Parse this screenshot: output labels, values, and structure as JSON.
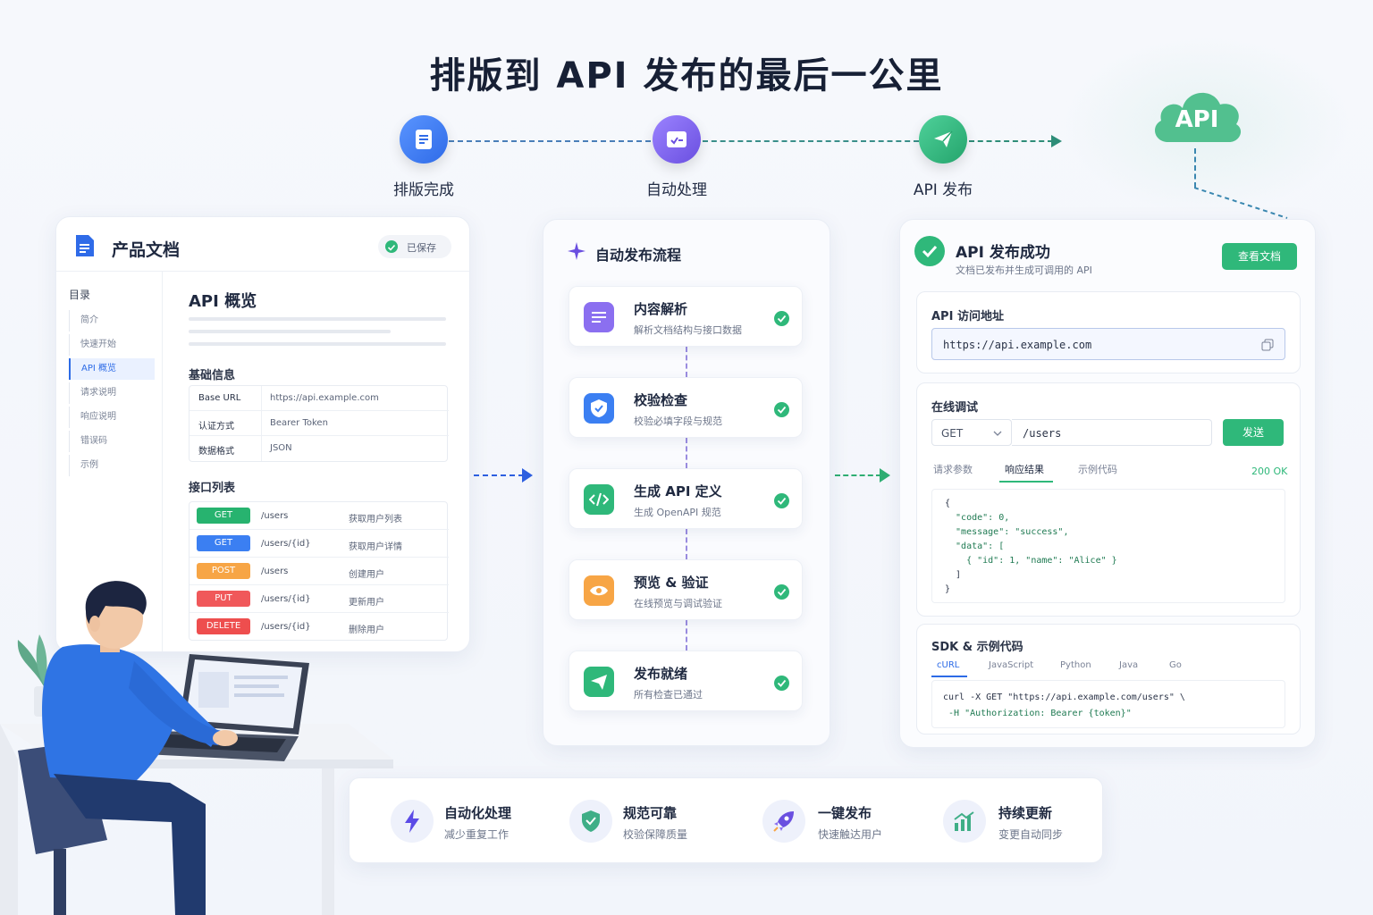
{
  "title": "排版到 API 发布的最后一公里",
  "steps": [
    "排版完成",
    "自动处理",
    "API 发布"
  ],
  "cloud": {
    "label": "API"
  },
  "doc": {
    "title": "产品文档",
    "saved": "已保存",
    "toc_title": "目录",
    "toc": [
      "简介",
      "快速开始",
      "API 概览",
      "请求说明",
      "响应说明",
      "错误码",
      "示例"
    ],
    "heading": "API 概览",
    "basic_title": "基础信息",
    "basic_rows": [
      [
        "Base URL",
        "https://api.example.com"
      ],
      [
        "认证方式",
        "Bearer Token"
      ],
      [
        "数据格式",
        "JSON"
      ]
    ],
    "list_title": "接口列表",
    "apis": [
      [
        "GET",
        "/users",
        "获取用户列表"
      ],
      [
        "GET",
        "/users/{id}",
        "获取用户详情"
      ],
      [
        "POST",
        "/users",
        "创建用户"
      ],
      [
        "PUT",
        "/users/{id}",
        "更新用户"
      ],
      [
        "DELETE",
        "/users/{id}",
        "删除用户"
      ]
    ]
  },
  "flow": {
    "title": "自动发布流程",
    "items": [
      [
        "内容解析",
        "解析文档结构与接口数据"
      ],
      [
        "校验检查",
        "校验必填字段与规范"
      ],
      [
        "生成 API 定义",
        "生成 OpenAPI 规范"
      ],
      [
        "预览 & 验证",
        "在线预览与调试验证"
      ],
      [
        "发布就绪",
        "所有检查已通过"
      ]
    ]
  },
  "result": {
    "title": "API 发布成功",
    "subtitle": "文档已发布并生成可调用的 API",
    "view_btn": "查看文档",
    "url_title": "API 访问地址",
    "url": "https://api.example.com",
    "test_title": "在线调试",
    "method": "GET",
    "path": "/users",
    "send": "发送",
    "tabs": [
      "请求参数",
      "响应结果",
      "示例代码"
    ],
    "status": "200 OK",
    "json_lines": [
      "{",
      "  \"code\": 0,",
      "  \"message\": \"success\",",
      "  \"data\": [",
      "    { \"id\": 1, \"name\": \"Alice\" }",
      "  ]",
      "}"
    ],
    "sdk_title": "SDK & 示例代码",
    "sdk_tabs": [
      "cURL",
      "JavaScript",
      "Python",
      "Java",
      "Go"
    ],
    "curl_lines": [
      "curl -X GET \"https://api.example.com/users\" \\",
      " -H \"Authorization: Bearer {token}\""
    ]
  },
  "features": [
    [
      "自动化处理",
      "减少重复工作"
    ],
    [
      "规范可靠",
      "校验保障质量"
    ],
    [
      "一键发布",
      "快速触达用户"
    ],
    [
      "持续更新",
      "变更自动同步"
    ]
  ],
  "colors": {
    "get": "#27b36f",
    "get_blue": "#3b7ff2",
    "post": "#f7a545",
    "put": "#f0585a",
    "delete": "#ee4e4e",
    "accent_green": "#2fb87a"
  }
}
